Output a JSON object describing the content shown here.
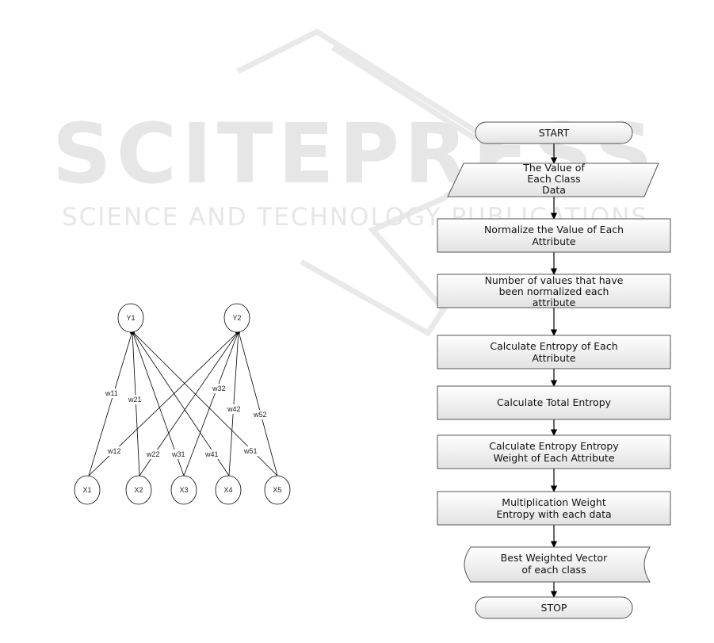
{
  "watermark": {
    "line1": "SCITEPRESS",
    "line2": "SCIENCE AND TECHNOLOGY PUBLICATIONS"
  },
  "network": {
    "outputs": [
      "Y1",
      "Y2"
    ],
    "inputs": [
      "X1",
      "X2",
      "X3",
      "X4",
      "X5"
    ],
    "weights": {
      "w11": "w11",
      "w21": "w21",
      "w32": "w32",
      "w42": "w42",
      "w52": "w52",
      "w12": "w12",
      "w22": "w22",
      "w31": "w31",
      "w41": "w41",
      "w51": "w51"
    }
  },
  "flowchart": {
    "start": "START",
    "step1": [
      "The Value of",
      "Each Class",
      "Data"
    ],
    "step2": [
      "Normalize the Value of Each",
      "Attribute"
    ],
    "step3": [
      "Number of values that have",
      "been normalized each",
      "attribute"
    ],
    "step4": [
      "Calculate Entropy of Each",
      "Attribute"
    ],
    "step5": [
      "Calculate Total Entropy"
    ],
    "step6": [
      "Calculate Entropy Entropy",
      "Weight of Each Attribute"
    ],
    "step7": [
      "Multiplication Weight",
      "Entropy with each data"
    ],
    "step8": [
      "Best Weighted Vector",
      "of each class"
    ],
    "stop": "STOP"
  }
}
